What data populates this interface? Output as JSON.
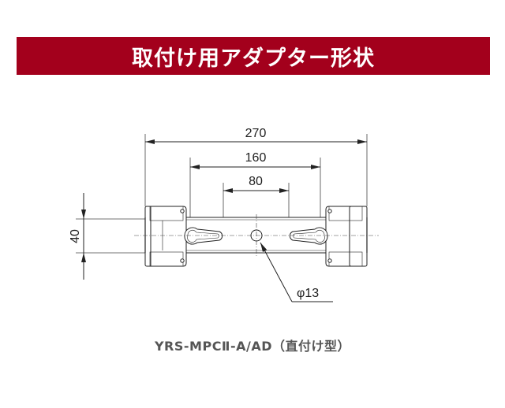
{
  "banner": {
    "title": "取付け用アダプター形状"
  },
  "dimensions": {
    "overall_width": "270",
    "slot_span": "160",
    "slot_pitch": "80",
    "height": "40",
    "hole_diameter": "φ13"
  },
  "caption": "YRS-MPCⅡ-A/AD（直付け型）",
  "colors": {
    "banner": "#a3001c",
    "line": "#222222",
    "caption": "#555555"
  }
}
